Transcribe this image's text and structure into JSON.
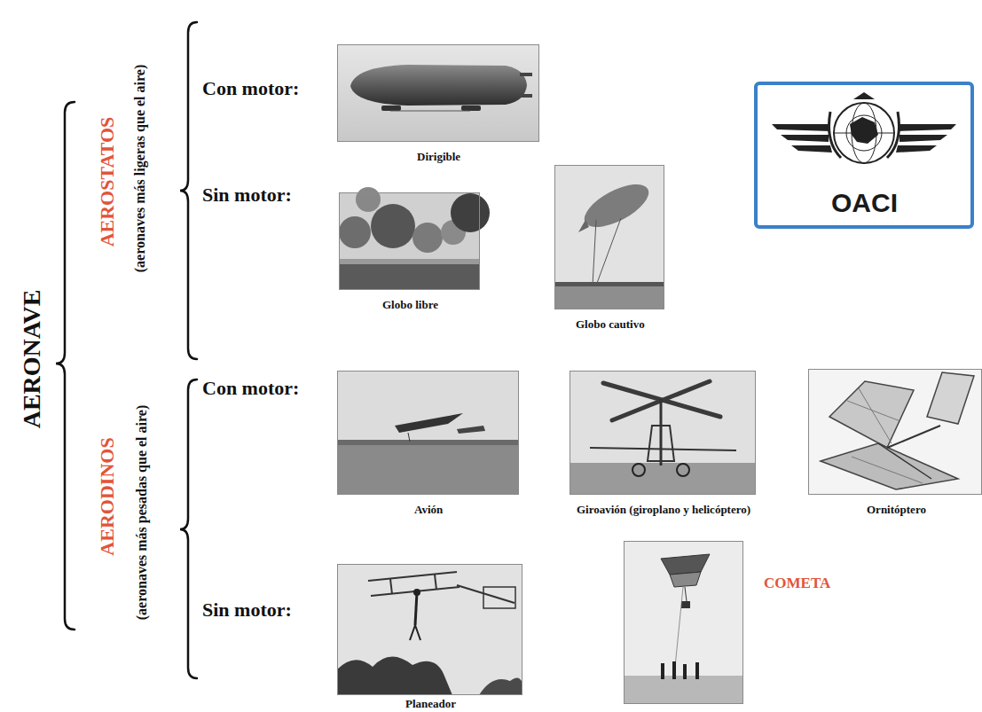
{
  "diagram": {
    "nodes": [
      {
        "text": [
          "Dirigible"
        ]
      },
      {
        "text": [
          "Globo libre"
        ]
      },
      {
        "text": [
          "Globo cautivo"
        ]
      },
      {
        "text": [
          "OACI"
        ]
      },
      {
        "text": [
          "Avión"
        ]
      },
      {
        "text": [
          "Giroavión (giroplano y helicóptero)"
        ]
      },
      {
        "text": [
          "Ornitóptero"
        ]
      },
      {
        "text": [
          "Planeador"
        ]
      },
      {
        "text": [
          "COMETA"
        ]
      }
    ],
    "labels": [
      "AERONAVE",
      "AEROSTATOS",
      "(aeronaves más ligeras que el aire)",
      "Con motor:",
      "Sin motor:",
      "AERODINOS",
      "(aeronaves más pesadas que el aire)",
      "Con motor:",
      "Sin motor:"
    ]
  }
}
